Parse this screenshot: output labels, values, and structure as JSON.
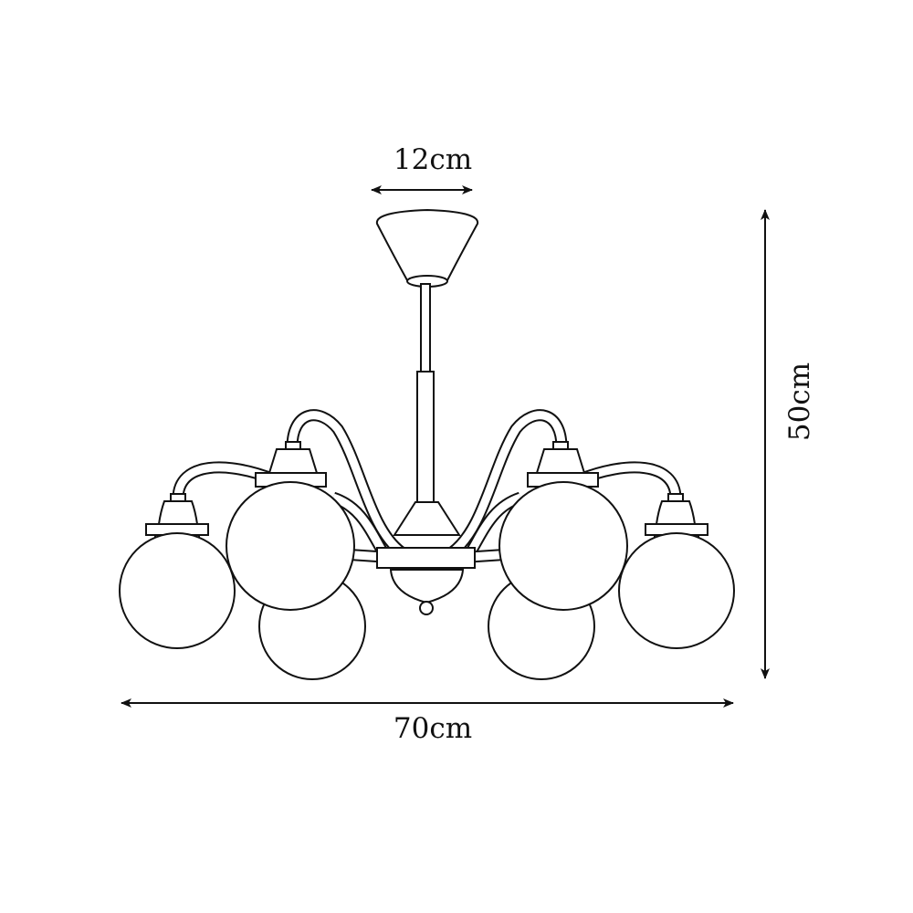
{
  "dimensions": {
    "canopy_width": "12cm",
    "height": "50cm",
    "width": "70cm"
  },
  "colors": {
    "line": "#111111",
    "background": "#ffffff"
  }
}
